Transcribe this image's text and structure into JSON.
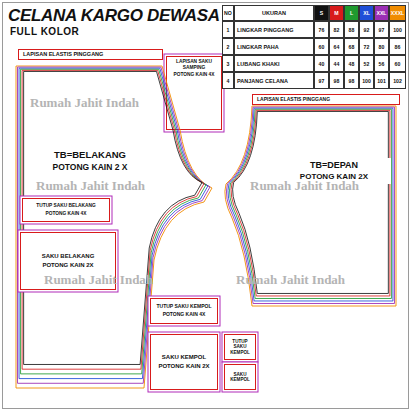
{
  "diagram": {
    "title": "CELANA KARGO DEWASA",
    "nodes": [
      {
        "text": [
          "LAPISAN ELASTIS PINGGANG"
        ]
      },
      {
        "text": [
          "LAPISAN SAKU SAMPING",
          "POTONG KAIN 4X"
        ]
      },
      {
        "text": [
          "TB=BELAKANG",
          "POTONG KAIN 2 X"
        ]
      },
      {
        "text": [
          "LAPISAN ELASTIS PINGGANG"
        ]
      },
      {
        "text": [
          "TB=DEPAN",
          "POTONG KAIN 2X"
        ]
      },
      {
        "text": [
          "TUTUP SAKU BELAKANG",
          "POTONG KAIN 4X"
        ]
      },
      {
        "text": [
          "SAKU BELAKANG",
          "POTONG KAIN 2X"
        ]
      },
      {
        "text": [
          "TUTUP SAKU KEMPOL",
          "POTONG KAIN 4X"
        ]
      },
      {
        "text": [
          "SAKU KEMPOL",
          "POTONG KAIN 2X"
        ]
      },
      {
        "text": [
          "TUTUP SAKU KEMPOL"
        ]
      },
      {
        "text": [
          "SAKU KEMPOL"
        ]
      }
    ],
    "labels": [
      "FULL KOLOR",
      "NO",
      "UKURAN",
      "S",
      "M",
      "L",
      "XL",
      "XXL",
      "XXXL",
      "1",
      "LINGKAR PINGGANG",
      "76",
      "82",
      "88",
      "92",
      "97",
      "100",
      "2",
      "LINGKAR PAHA",
      "60",
      "64",
      "68",
      "72",
      "80",
      "86",
      "3",
      "LUBANG KHAKI",
      "40",
      "44",
      "48",
      "52",
      "56",
      "60",
      "4",
      "PANJANG CELANA",
      "97",
      "98",
      "98",
      "100",
      "101",
      "102",
      "Rumah Jahit Indah",
      "Rumah Jahit Indah",
      "Rumah Jahit Indah",
      "Rumah Jahit Indah",
      "Rumah Jahit Indah"
    ]
  }
}
